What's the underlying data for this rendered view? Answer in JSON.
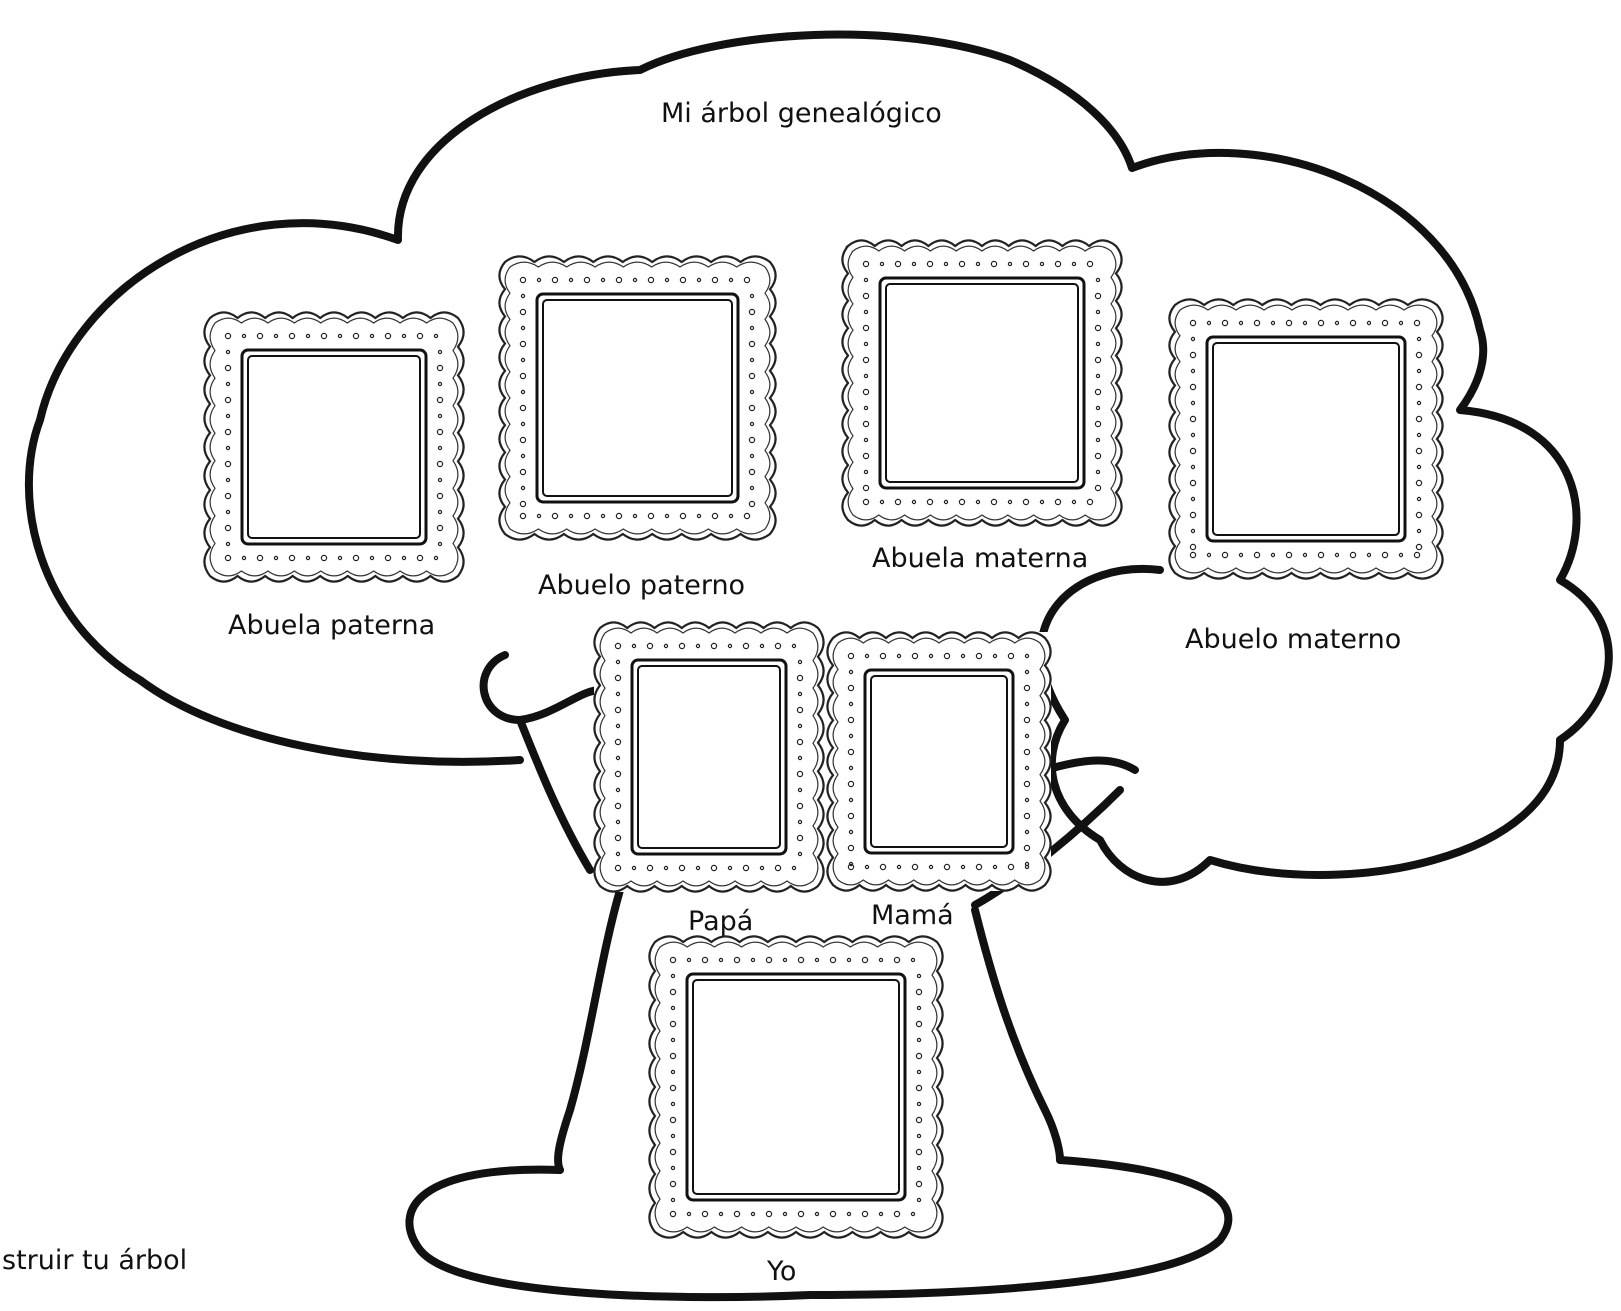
{
  "title": "Mi árbol genealógico",
  "footer_fragment": "struir tu árbol",
  "members": {
    "abuela_paterna": "Abuela paterna",
    "abuelo_paterno": "Abuelo paterno",
    "abuela_materna": "Abuela materna",
    "abuelo_materno": "Abuelo materno",
    "papa": "Papá",
    "mama": "Mamá",
    "yo": "Yo"
  },
  "colors": {
    "line": "#111111",
    "background": "#ffffff"
  }
}
